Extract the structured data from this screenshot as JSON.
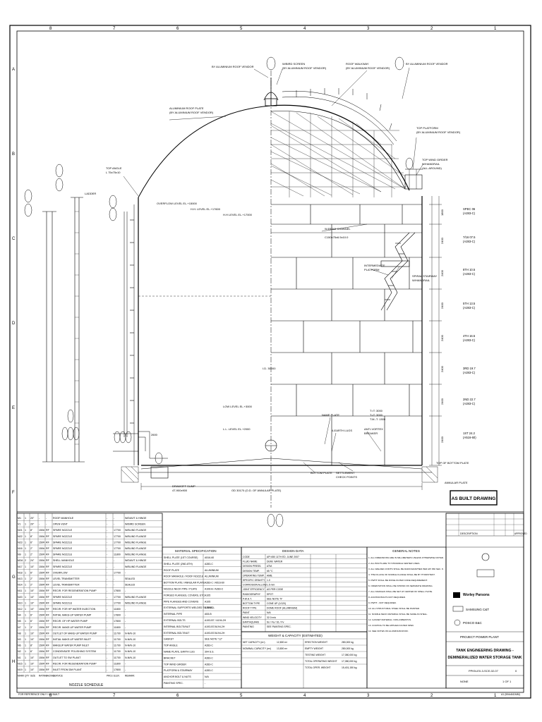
{
  "top_label": "TOP ANGLE",
  "callouts": {
    "roof_vendor_1": "BY ALUMINIUM ROOF VENDOR",
    "wind_screen": "W/BIRD SCREEN",
    "wind_screen_2": "(BY ALUMINIUM ROOF VENDOR)",
    "roof_walkway": "ROOF WALKWAY",
    "roof_walkway_2": "(BY ALUMINIUM ROOF VENDOR)",
    "roof_vendor_2": "BY ALUMINIUM ROOF VENDOR",
    "alu_roof_plate": "ALUMINIUM ROOF PLATE",
    "alu_roof_plate_2": "(BY ALUMINIUM ROOF VENDOR)",
    "top_platform": "TOP PLATFORM",
    "top_platform_2": "(BY ALUMINIUM ROOF VENDOR)",
    "top_wind_girder": "TOP WIND GIRDER",
    "top_wind_girder_2": "W/HANDRAIL",
    "top_wind_girder_3": "(ALL AROUND)",
    "top_angle_size": "L 75x75x10",
    "overflow": "OVERFLOW LEVEL EL.+15000",
    "hhl": "H.H. LEVEL EL.+17600",
    "hl": "H.H LEVEL EL.+17000",
    "wind_girder": "W-BEAM CHANNEL",
    "wind_girder_2": "C150x75x6.5x10.0",
    "intermediate": "INTERMEDIATE",
    "intermediate_2": "PLATFORM",
    "spiral": "SPIRAL STAIRWAY",
    "spiral_2": "W/HANDRAIL",
    "ladder": "LADDER",
    "id": "I.D. 30000",
    "low_level": "LOW LEVEL EL.+3000",
    "lll": "L.L. LEVEL EL.+2000",
    "name_plate": "NAME PLATE",
    "earth_lug": "4-EARTH LUGS",
    "anti_vortex": "ANTI-VORTEX",
    "anti_vortex_2": "BREAKER",
    "bottom_plate": "BOTTOM PLATE",
    "settlement": "SETTLEMENT",
    "settlement_2": "CHECK POINTS",
    "top_bottom_plate": "TOP OF BOTTOM PLATE",
    "annular_plate": "ANNULAR PLATE",
    "drain_sump": "DRAWOFF SUMP",
    "drain_sump_2": "4T-900x900",
    "od_annular": "OD 30170 (O.D. OF ANNULAR PLATE)",
    "tpt": "T=T: 3000",
    "tpt2": "T=T: 3000",
    "tpt3": "T.M.-T: 1300",
    "dim_2600": "2600"
  },
  "courses": [
    {
      "t": "SPEC 06",
      "sub": "(A283-C)"
    },
    {
      "t": "7/16 07.5",
      "sub": "(A283-C)"
    },
    {
      "t": "8TH 10.5",
      "sub": "(A283-C)"
    },
    {
      "t": "5TH 13.5",
      "sub": "(A283-C)"
    },
    {
      "t": "4TH 16.5",
      "sub": "(A283-C)"
    },
    {
      "t": "3RD 19.7",
      "sub": "(A283-C)"
    },
    {
      "t": "2ND 22.7",
      "sub": "(A283-C)"
    },
    {
      "t": "1ST 24.2",
      "sub": "(A516-60)"
    }
  ],
  "course_heights": [
    "1800",
    "2400",
    "2400",
    "2400",
    "2400",
    "2400",
    "2400",
    "2400"
  ],
  "nozzle_schedule": {
    "title": "NOZZLE SCHEDULE",
    "header": [
      "MARK",
      "QTY",
      "SIZE",
      "RATING",
      "FACING",
      "SERVICE",
      "PROJ.",
      "ELEV.",
      "REMARK"
    ],
    "rows": [
      [
        "M1",
        "1",
        "20\"",
        "-",
        "-",
        "ROOF MANHOLE",
        "-",
        "-",
        "W/DAVIT & HINGE"
      ],
      [
        "V1",
        "1",
        "20\"",
        "-",
        "-",
        "OPEN VENT",
        "-",
        "-",
        "W/BIRD SCREEN"
      ],
      [
        "N21",
        "1",
        "8\"",
        "150#",
        "RF",
        "SPARE NOZZLE",
        "-",
        "17700",
        "W/BLIND FLANGE"
      ],
      [
        "N22",
        "1",
        "8\"",
        "150#",
        "RF",
        "SPARE NOZZLE",
        "-",
        "17700",
        "W/BLIND FLANGE"
      ],
      [
        "N23",
        "1",
        "6\"",
        "150#",
        "RF",
        "SPARE NOZZLE",
        "-",
        "17700",
        "W/BLIND FLANGE"
      ],
      [
        "N16",
        "1",
        "2\"",
        "150#",
        "RF",
        "SPARE NOZZLE",
        "-",
        "17700",
        "W/BLIND FLANGE"
      ],
      [
        "N9",
        "1",
        "2\"",
        "150#",
        "RF",
        "SPARE NOZZLE",
        "-",
        "11800",
        "W/BLIND FLANGE"
      ],
      [
        "M2A",
        "2",
        "24\"",
        "150#",
        "RF",
        "SHELL MANHOLE",
        "-",
        "-",
        "W/DAVIT & HINGE"
      ],
      [
        "N17",
        "1",
        "10\"",
        "150#",
        "RF",
        "SPARE NOZZLE",
        "-",
        "-",
        "W/BLIND FLANGE"
      ],
      [
        "N18",
        "1",
        "6\"",
        "150#",
        "RF",
        "OVERFLOW",
        "-",
        "17700",
        "-"
      ],
      [
        "N13",
        "1",
        "2\"",
        "150#",
        "RF",
        "LEVEL TRANSMITTER",
        "-",
        "-",
        "SEALED"
      ],
      [
        "N14",
        "1",
        "2\"",
        "150#",
        "RF",
        "LEVEL TRANSMITTER",
        "-",
        "-",
        "SEALED"
      ],
      [
        "N11",
        "1",
        "10\"",
        "150#",
        "RF",
        "RECIR. FOR REGENERATION PUMP",
        "-",
        "17800",
        "-"
      ],
      [
        "N20",
        "1",
        "10\"",
        "150#",
        "RF",
        "SPARE NOZZLE",
        "-",
        "17700",
        "W/BLIND FLANGE"
      ],
      [
        "N10",
        "1",
        "10\"",
        "150#",
        "RF",
        "SPARE NOZZLE",
        "-",
        "17700",
        "W/BLIND FLANGE"
      ],
      [
        "N12",
        "1",
        "10\"",
        "150#",
        "RF",
        "RECIR. FOR HP WATER INJECTION",
        "-",
        "11800",
        "-"
      ],
      [
        "N4",
        "1",
        "6\"",
        "150#",
        "RF",
        "INITIAL MAKE-UP WATER PUMP",
        "-",
        "17800",
        "-"
      ],
      [
        "N5",
        "1",
        "6\"",
        "150#",
        "RF",
        "RECIR. OF HP WATER PUMP",
        "-",
        "17800",
        "-"
      ],
      [
        "N7",
        "1",
        "3\"",
        "150#",
        "RF",
        "RECIR. MAKE-UP WATER PUMP",
        "-",
        "11800",
        "-"
      ],
      [
        "N8",
        "1",
        "10\"",
        "150#",
        "RF",
        "OUTLET OF MAKE-UP WATER PUMP",
        "-",
        "11700",
        "N-N/N-10"
      ],
      [
        "N3",
        "1",
        "10\"",
        "150#",
        "RF",
        "INITIAL MAKE-UP WATER INLET",
        "-",
        "11700",
        "N-N/N-10"
      ],
      [
        "N6",
        "1",
        "8\"",
        "150#",
        "RF",
        "MAKEUP WATER PUMP INLET",
        "-",
        "11700",
        "N-N/N-10"
      ],
      [
        "N2",
        "1",
        "6\"",
        "150#",
        "RF",
        "CONDENSATE POLISHING SYSTEM",
        "-",
        "11700",
        "N-N/N-10"
      ],
      [
        "N1",
        "1",
        "10\"",
        "150#",
        "RF",
        "OUTLET TO SW PLANT",
        "-",
        "11700",
        "N-N/N-10"
      ],
      [
        "N15",
        "1",
        "10\"",
        "150#",
        "RF",
        "RECIR. FOR REGENERATION PUMP",
        "-",
        "11800",
        "-"
      ],
      [
        "N19",
        "1",
        "10\"",
        "150#",
        "RF",
        "INLET FROM DM PLANT",
        "-",
        "17800",
        "-"
      ]
    ]
  },
  "material_spec": {
    "title": "MATERIAL SPECIFICATION",
    "rows": [
      [
        "SHELL PLATE (1ST COURSE)",
        "A516-60"
      ],
      [
        "SHELL PLATE (2ND-8TH)",
        "A283-C"
      ],
      [
        "ROOF PLATE",
        "ALUMINIUM"
      ],
      [
        "ROOF MANHOLE / ROOF NOZZLE",
        "ALUMINIUM"
      ],
      [
        "BOTTOM PLATE / ANNULAR PLATE",
        "A283-C / A516-60"
      ],
      [
        "NOZZLE NECK PIPE / PLATE",
        "A106-B / A283-C"
      ],
      [
        "FORGED FLANGES, COVERS, ETC.",
        "A105"
      ],
      [
        "PIPE FLANGES AND COVERS",
        "A105"
      ],
      [
        "EXTERNAL SUPPORTS WELDED TO SHELL",
        "A283-C"
      ],
      [
        "INTERNAL PIPE",
        "A53-B"
      ],
      [
        "EXTERNAL BOLTS",
        "A193-B7 / A194-2H"
      ],
      [
        "INTERNAL BOLTS/NUT",
        "A193-B7/A194-2H"
      ],
      [
        "EXTERNAL BOLT/NUT",
        "A193-B7/A194-2H"
      ],
      [
        "GASKET",
        "SEE NOTE \"12\""
      ],
      [
        "TOP ANGLE",
        "A283-C"
      ],
      [
        "NAME PLATE, EARTH LUG",
        "304 S.S."
      ],
      [
        "BRACKET",
        "A283-C"
      ],
      [
        "TOP WIND GIRDER",
        "A283-C"
      ],
      [
        "PLATFORM & STAIRWAY",
        "A283-C"
      ],
      [
        "ANCHOR BOLT & NUTS",
        "N/A"
      ],
      [
        "PAINTING SPEC.",
        "-"
      ]
    ]
  },
  "design_data": {
    "title": "DESIGN DATA",
    "rows": [
      [
        "CODE",
        "API 650 11TH ED. JUNE 2007"
      ],
      [
        "FLUID NAME",
        "DEMI. WATER"
      ],
      [
        "DESIGN PRESS.",
        "ATM."
      ],
      [
        "DESIGN TEMP.",
        "65 °C"
      ],
      [
        "OPERATING TEMP.",
        "AMB."
      ],
      [
        "SPECIFIC GRAVITY",
        "1.0"
      ],
      [
        "CORROSION ALLOW.",
        "1.5 mm"
      ],
      [
        "JOINT EFFICIENCY",
        "AS PER CODE"
      ],
      [
        "RADIOGRAPHY",
        "SPOT"
      ],
      [
        "P.W.H.T.",
        "SEE NOTE \"9\""
      ],
      [
        "BOTTOM TYPE",
        "CONE UP (1/120)"
      ],
      [
        "ROOF TYPE",
        "DOME ROOF (ALUMINIUM)"
      ],
      [
        "PAINT",
        "N/A"
      ],
      [
        "WIND VELOCITY",
        "32.0 m/s"
      ],
      [
        "EARTHQUAKE",
        "Ss / Fa / S1 / Fv"
      ],
      [
        "PAINTING",
        "SEE PAINTING SPEC."
      ]
    ]
  },
  "weight": {
    "title": "WEIGHT & CAPACITY (ESTIMATED)",
    "rows": [
      [
        "NET CAPACITY (m³)",
        "12,800 m³",
        "ERECTION WEIGHT",
        "280,000 kg"
      ],
      [
        "NOMINAL CAPACITY (m³)",
        "13,800 m³",
        "EMPTY WEIGHT",
        "280,000 kg"
      ],
      [
        "",
        "",
        "TESTING WEIGHT",
        "17,080,000 kg"
      ],
      [
        "",
        "",
        "TOTAL OPERATING WEIGHT",
        "17,080,000 kg"
      ],
      [
        "",
        "",
        "TOTAL OPER. WEIGHT",
        "15,401,150 kg"
      ]
    ]
  },
  "general_notes": {
    "title": "GENERAL NOTES",
    "items": [
      "1. ALL DIMENSIONS ARE IN MILLIMETERS UNLESS OTHERWISE NOTED.",
      "2. ALL BOLTS ARE TO STRADDLE CENTER LINES.",
      "3. ALL WELDED JOINTS SHALL BE RADIOGRAPHED PER API 650 SEC. 8.",
      "4. THE FILLING OF NOZZLE FLANGE SHALL BE BY HYDROTEST.",
      "5. PWHT SHALL BE DONE AS PER CODE REQUIREMENT.",
      "6. ORIENTATION SHALL BE SHOWN ON SEPARATE DRAWING.",
      "7. ALL NOZZLES SHALL BE SET AT CENTER OF SHELL PLATE.",
      "8. ANCHOR BOLTS NOT REQUIRED.",
      "9. PWHT - NOT REQUIRED.",
      "10. ALL STRUCTURAL STEEL SHALL BE PAINTED.",
      "11. NOZZLE NECK MATERIAL SHALL BE SAME AS SHELL.",
      "12. GASKET MATERIAL: NON-ASBESTOS.",
      "13. COATING TO BE APPLIED AS PER SPEC.",
      "14. SEE NOTES ON ALUMINIUM ROOF."
    ]
  },
  "title_block": {
    "as_built": "AS BUILT DRAWING",
    "project": "PROJECT POWER PLANT",
    "title_1": "TANK ENGINEERING DRAWING -",
    "title_2": "DEMINERALIZED WATER STORAGE TANK",
    "company": "Worley Parsons",
    "contractor": "SAMSUNG C&T",
    "sub": "POSCO E&C",
    "dwg_no": "PPKN-E0-3-SCE-02-07",
    "scale": "NONE",
    "rev": "0",
    "sheet": "1 OF 1",
    "description": "DESCRIPTION",
    "approved": "APPROVED"
  },
  "grid_top": [
    "8",
    "7",
    "6",
    "5",
    "4",
    "3",
    "2",
    "1"
  ],
  "grid_side": [
    "A",
    "B",
    "C",
    "D",
    "E",
    "F",
    "G",
    "H"
  ],
  "bottom_note": "FOR REFERENCE ONLY / AS BUILT",
  "doc_code": "A1 (594x841MM)"
}
